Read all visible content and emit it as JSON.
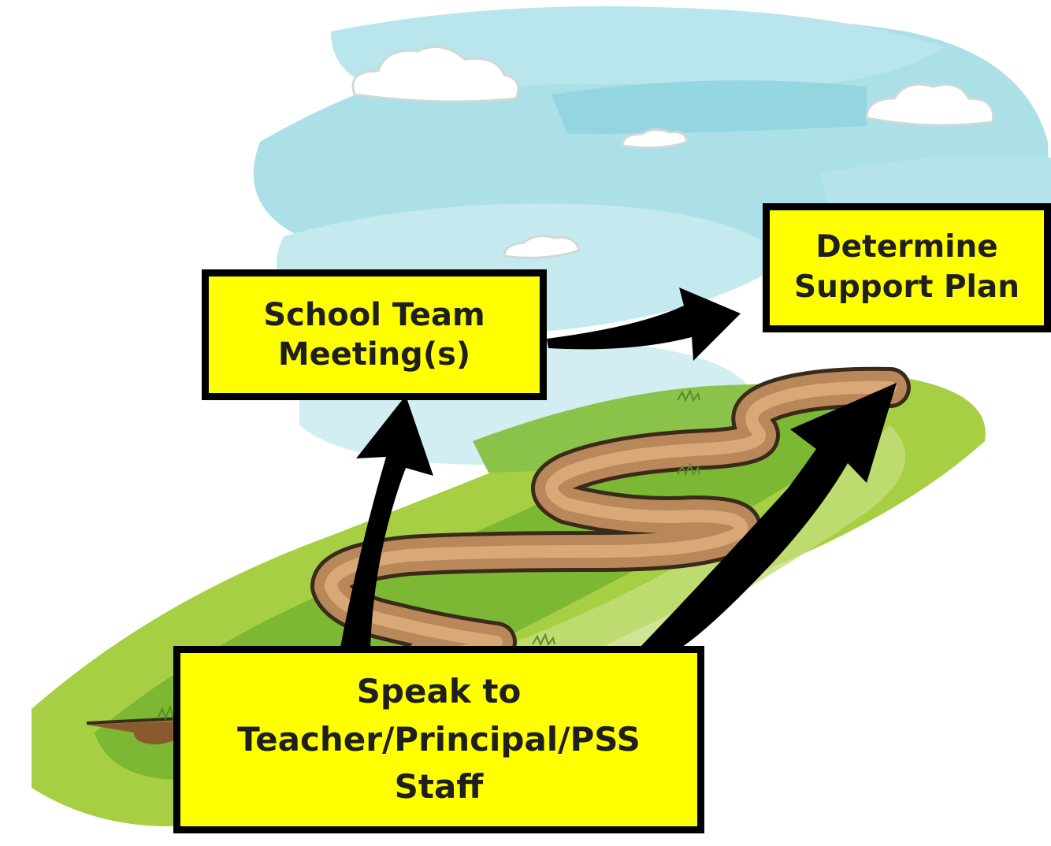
{
  "colors": {
    "box_fill": "#ffff00",
    "box_border": "#000000",
    "arrow": "#000000",
    "sky": "#a6dee6",
    "grass": "#9cc83c",
    "path": "#c08c5a"
  },
  "boxes": {
    "school_team": {
      "line1": "School Team",
      "line2": "Meeting(s)"
    },
    "support_plan": {
      "line1": "Determine",
      "line2": "Support Plan"
    },
    "speak": {
      "line1": "Speak to",
      "line2": "Teacher/Principal/PSS",
      "line3": "Staff"
    }
  },
  "arrows": [
    {
      "from": "speak",
      "to": "school_team"
    },
    {
      "from": "school_team",
      "to": "support_plan"
    },
    {
      "from": "speak",
      "to": "support_plan"
    }
  ]
}
